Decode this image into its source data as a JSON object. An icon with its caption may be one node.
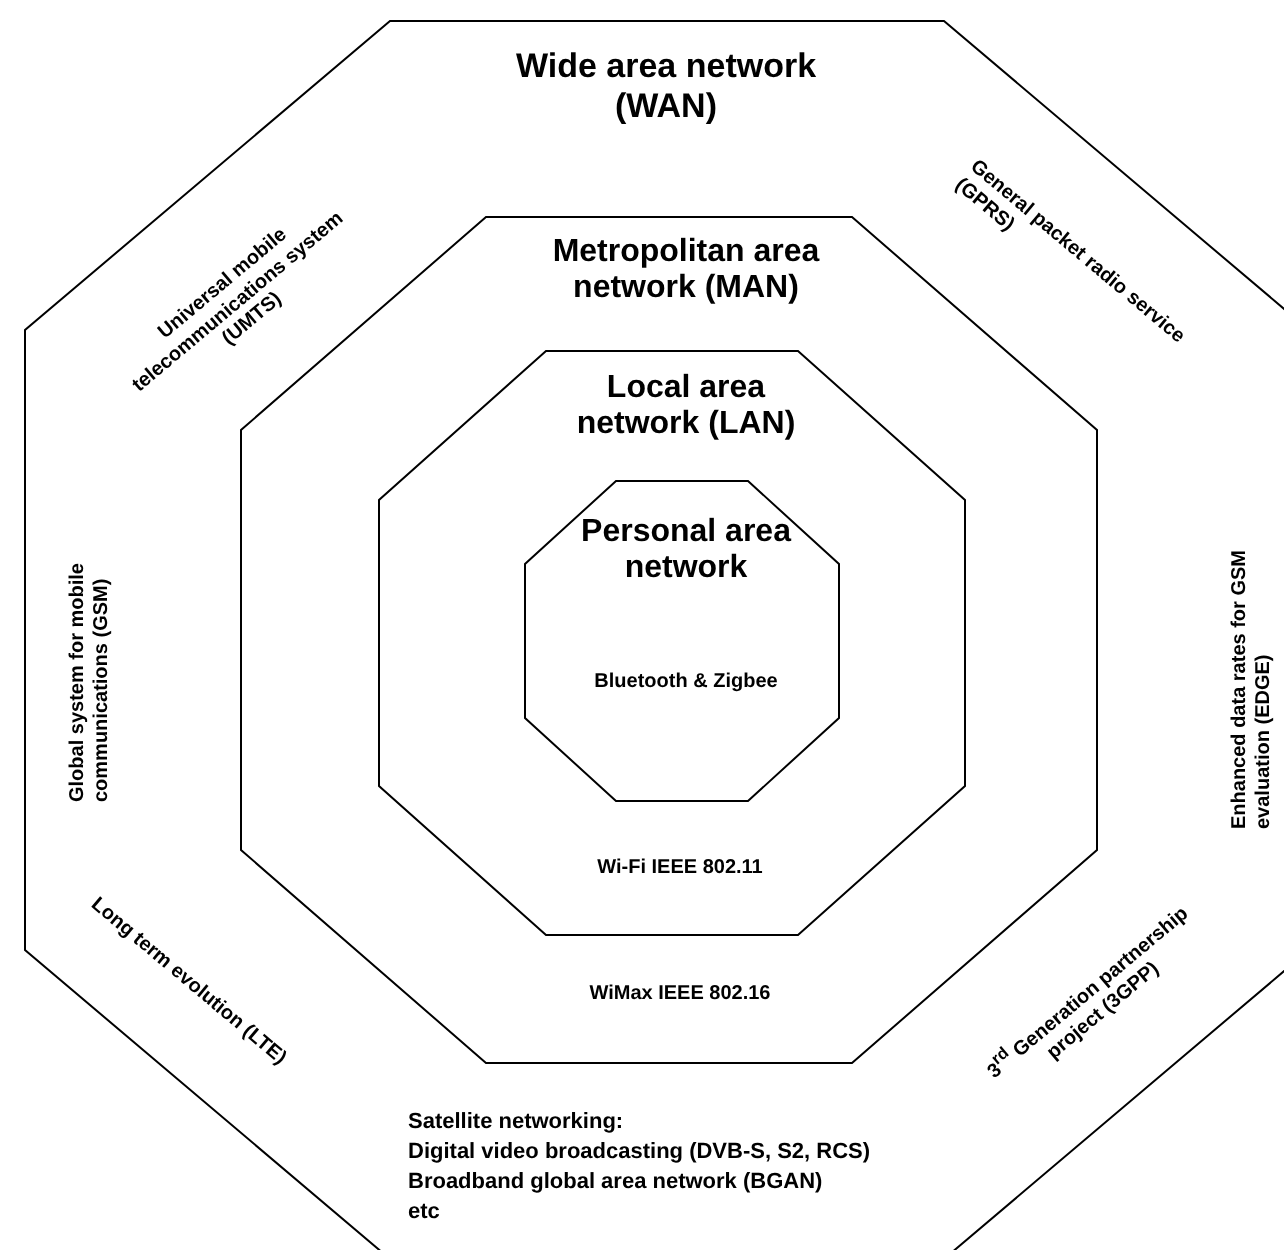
{
  "diagram": {
    "nodes": [
      {
        "text": [
          "Wide area network (WAN)",
          "Universal mobile telecommunications system (UMTS)",
          "General packet radio service (GPRS)",
          "Global system for mobile communications (GSM)",
          "Enhanced data rates for GSM evaluation (EDGE)",
          "Long term evolution (LTE)",
          "3$^{rd}$ Generation partnership project (3GPP)",
          "Satellite networking:",
          "Digital video broadcasting (DVB-S, S2, RCS)",
          "Broadband global area network (BGAN)",
          "etc"
        ]
      },
      {
        "text": [
          "Metropolitan area network (MAN)",
          "WiMax IEEE 802.16"
        ],
        "in": 0
      },
      {
        "text": [
          "Local area network (LAN)",
          "Wi-Fi IEEE 802.11"
        ],
        "in": 1
      },
      {
        "text": [
          "Personal area network",
          "Bluetooth & Zigbee"
        ],
        "in": 2
      }
    ]
  }
}
